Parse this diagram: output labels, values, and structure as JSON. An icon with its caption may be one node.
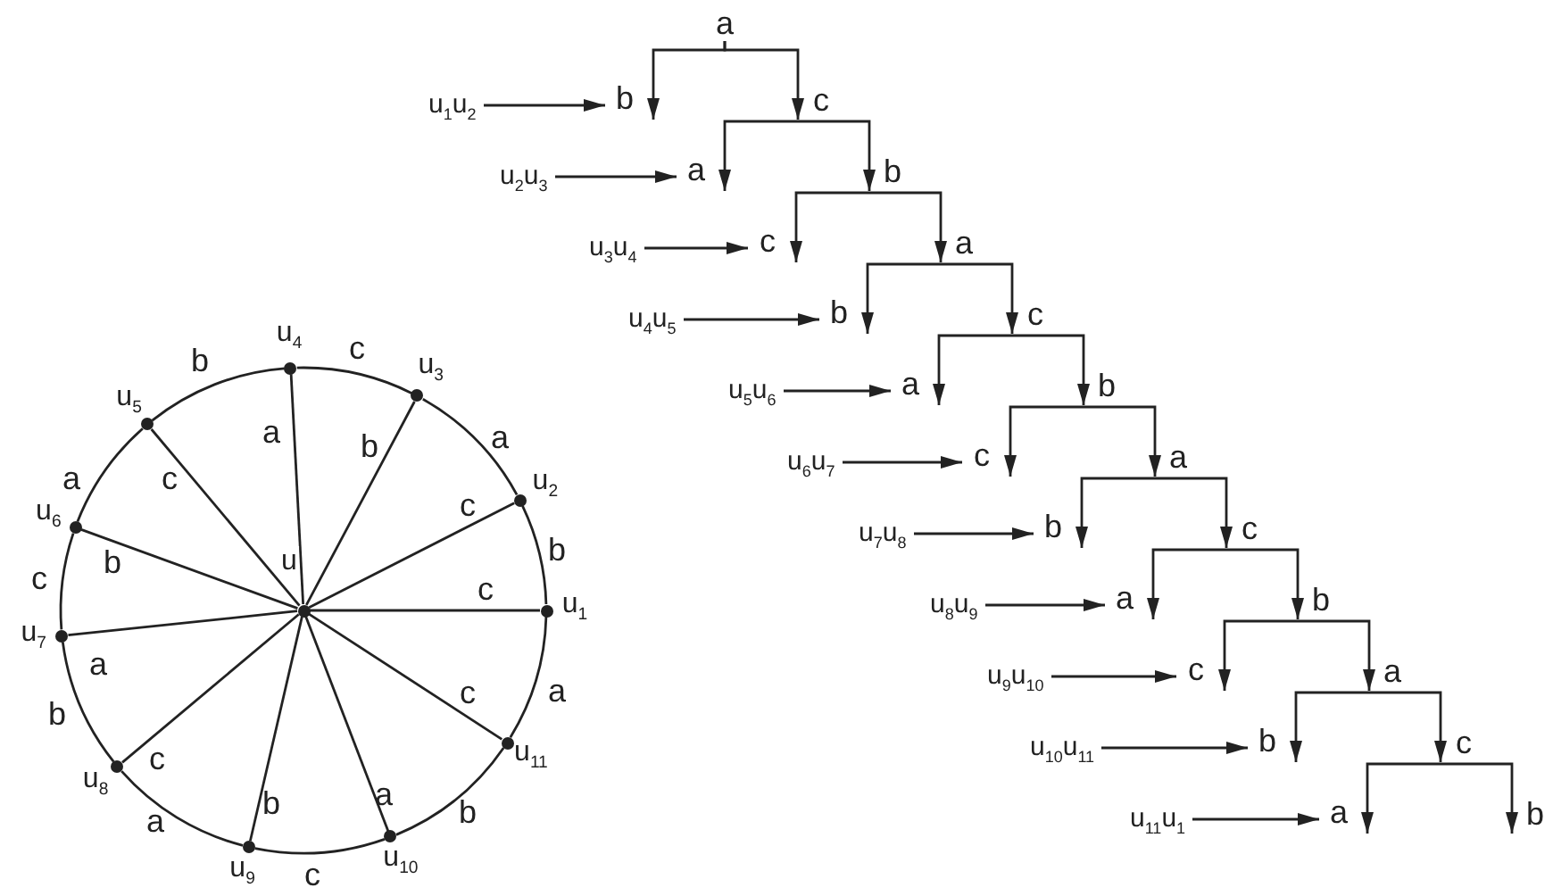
{
  "diagram": {
    "nodes": [
      {
        "text": [],
        "shape": "circle",
        "beside": [
          "u"
        ]
      },
      {
        "text": [],
        "shape": "circle",
        "beside": [
          "u$_{1}$"
        ]
      },
      {
        "text": [],
        "shape": "circle",
        "beside": [
          "u$_{2}$"
        ]
      },
      {
        "text": [],
        "shape": "circle",
        "beside": [
          "u$_{3}$"
        ]
      },
      {
        "text": [],
        "shape": "circle",
        "beside": [
          "u$_{4}$"
        ]
      },
      {
        "text": [],
        "shape": "circle",
        "beside": [
          "u$_{5}$"
        ]
      },
      {
        "text": [],
        "shape": "circle",
        "beside": [
          "u$_{6}$"
        ]
      },
      {
        "text": [],
        "shape": "circle",
        "beside": [
          "u$_{7}$"
        ]
      },
      {
        "text": [],
        "shape": "circle",
        "beside": [
          "u$_{8}$"
        ]
      },
      {
        "text": [],
        "shape": "circle",
        "beside": [
          "u$_{9}$"
        ]
      },
      {
        "text": [],
        "shape": "circle",
        "beside": [
          "u$_{10}$"
        ]
      },
      {
        "text": [],
        "shape": "circle",
        "beside": [
          "u$_{11}$"
        ]
      },
      {
        "text": [
          "a"
        ]
      },
      {
        "text": [
          "u$_{1}$u$_{2}$"
        ]
      },
      {
        "text": [
          "b"
        ]
      },
      {
        "text": [
          "c"
        ]
      },
      {
        "text": [
          "u$_{2}$u$_{3}$"
        ]
      },
      {
        "text": [
          "a"
        ]
      },
      {
        "text": [
          "b"
        ]
      },
      {
        "text": [
          "u$_{3}$u$_{4}$"
        ]
      },
      {
        "text": [
          "c"
        ]
      },
      {
        "text": [
          "a"
        ]
      },
      {
        "text": [
          "u$_{4}$u$_{5}$"
        ]
      },
      {
        "text": [
          "b"
        ]
      },
      {
        "text": [
          "c"
        ]
      },
      {
        "text": [
          "u$_{5}$u$_{6}$"
        ]
      },
      {
        "text": [
          "a"
        ]
      },
      {
        "text": [
          "b"
        ]
      },
      {
        "text": [
          "u$_{6}$u$_{7}$"
        ]
      },
      {
        "text": [
          "c"
        ]
      },
      {
        "text": [
          "a"
        ]
      },
      {
        "text": [
          "u$_{7}$u$_{8}$"
        ]
      },
      {
        "text": [
          "b"
        ]
      },
      {
        "text": [
          "c"
        ]
      },
      {
        "text": [
          "u$_{8}$u$_{9}$"
        ]
      },
      {
        "text": [
          "a"
        ]
      },
      {
        "text": [
          "b"
        ]
      },
      {
        "text": [
          "u$_{9}$u$_{10}$"
        ]
      },
      {
        "text": [
          "c"
        ]
      },
      {
        "text": [
          "a"
        ]
      },
      {
        "text": [
          "u$_{10}$u$_{11}$"
        ]
      },
      {
        "text": [
          "b"
        ]
      },
      {
        "text": [
          "c"
        ]
      },
      {
        "text": [
          "u$_{11}$u$_{1}$"
        ]
      },
      {
        "text": [
          "a"
        ]
      },
      {
        "text": [
          "b"
        ]
      }
    ],
    "edges": [
      {
        "from": 0,
        "to": 1,
        "label": "c",
        "arrow": "none"
      },
      {
        "from": 0,
        "to": 2,
        "label": "c",
        "arrow": "none"
      },
      {
        "from": 0,
        "to": 3,
        "label": "b",
        "arrow": "none"
      },
      {
        "from": 0,
        "to": 4,
        "label": "a",
        "arrow": "none"
      },
      {
        "from": 0,
        "to": 5,
        "label": "c",
        "arrow": "none"
      },
      {
        "from": 0,
        "to": 6,
        "label": "b",
        "arrow": "none"
      },
      {
        "from": 0,
        "to": 7,
        "label": "a",
        "arrow": "none"
      },
      {
        "from": 0,
        "to": 8,
        "label": "c",
        "arrow": "none"
      },
      {
        "from": 0,
        "to": 9,
        "label": "b",
        "arrow": "none"
      },
      {
        "from": 0,
        "to": 10,
        "label": "a",
        "arrow": "none"
      },
      {
        "from": 0,
        "to": 11,
        "label": "c",
        "arrow": "none"
      },
      {
        "from": 1,
        "to": 2,
        "label": "b",
        "arrow": "none"
      },
      {
        "from": 2,
        "to": 3,
        "label": "a",
        "arrow": "none"
      },
      {
        "from": 3,
        "to": 4,
        "label": "c",
        "arrow": "none"
      },
      {
        "from": 4,
        "to": 5,
        "label": "b",
        "arrow": "none"
      },
      {
        "from": 5,
        "to": 6,
        "label": "a",
        "arrow": "none"
      },
      {
        "from": 6,
        "to": 7,
        "label": "c",
        "arrow": "none"
      },
      {
        "from": 7,
        "to": 8,
        "label": "b",
        "arrow": "none"
      },
      {
        "from": 8,
        "to": 9,
        "label": "a",
        "arrow": "none"
      },
      {
        "from": 9,
        "to": 10,
        "label": "c",
        "arrow": "none"
      },
      {
        "from": 10,
        "to": 11,
        "label": "b",
        "arrow": "none"
      },
      {
        "from": 11,
        "to": 1,
        "label": "a",
        "arrow": "none"
      },
      {
        "from": 12,
        "to": 14,
        "arrow": "to"
      },
      {
        "from": 12,
        "to": 15,
        "arrow": "to"
      },
      {
        "from": 13,
        "to": 14,
        "arrow": "to"
      },
      {
        "from": 15,
        "to": 17,
        "arrow": "to"
      },
      {
        "from": 15,
        "to": 18,
        "arrow": "to"
      },
      {
        "from": 16,
        "to": 17,
        "arrow": "to"
      },
      {
        "from": 18,
        "to": 20,
        "arrow": "to"
      },
      {
        "from": 18,
        "to": 21,
        "arrow": "to"
      },
      {
        "from": 19,
        "to": 20,
        "arrow": "to"
      },
      {
        "from": 21,
        "to": 23,
        "arrow": "to"
      },
      {
        "from": 21,
        "to": 24,
        "arrow": "to"
      },
      {
        "from": 22,
        "to": 23,
        "arrow": "to"
      },
      {
        "from": 24,
        "to": 26,
        "arrow": "to"
      },
      {
        "from": 24,
        "to": 27,
        "arrow": "to"
      },
      {
        "from": 25,
        "to": 26,
        "arrow": "to"
      },
      {
        "from": 27,
        "to": 29,
        "arrow": "to"
      },
      {
        "from": 27,
        "to": 30,
        "arrow": "to"
      },
      {
        "from": 28,
        "to": 29,
        "arrow": "to"
      },
      {
        "from": 30,
        "to": 32,
        "arrow": "to"
      },
      {
        "from": 30,
        "to": 33,
        "arrow": "to"
      },
      {
        "from": 31,
        "to": 32,
        "arrow": "to"
      },
      {
        "from": 33,
        "to": 35,
        "arrow": "to"
      },
      {
        "from": 33,
        "to": 36,
        "arrow": "to"
      },
      {
        "from": 34,
        "to": 35,
        "arrow": "to"
      },
      {
        "from": 36,
        "to": 38,
        "arrow": "to"
      },
      {
        "from": 36,
        "to": 39,
        "arrow": "to"
      },
      {
        "from": 37,
        "to": 38,
        "arrow": "to"
      },
      {
        "from": 39,
        "to": 41,
        "arrow": "to"
      },
      {
        "from": 39,
        "to": 42,
        "arrow": "to"
      },
      {
        "from": 40,
        "to": 41,
        "arrow": "to"
      },
      {
        "from": 42,
        "to": 44,
        "arrow": "to"
      },
      {
        "from": 42,
        "to": 45,
        "arrow": "to"
      },
      {
        "from": 43,
        "to": 44,
        "arrow": "to"
      }
    ]
  }
}
